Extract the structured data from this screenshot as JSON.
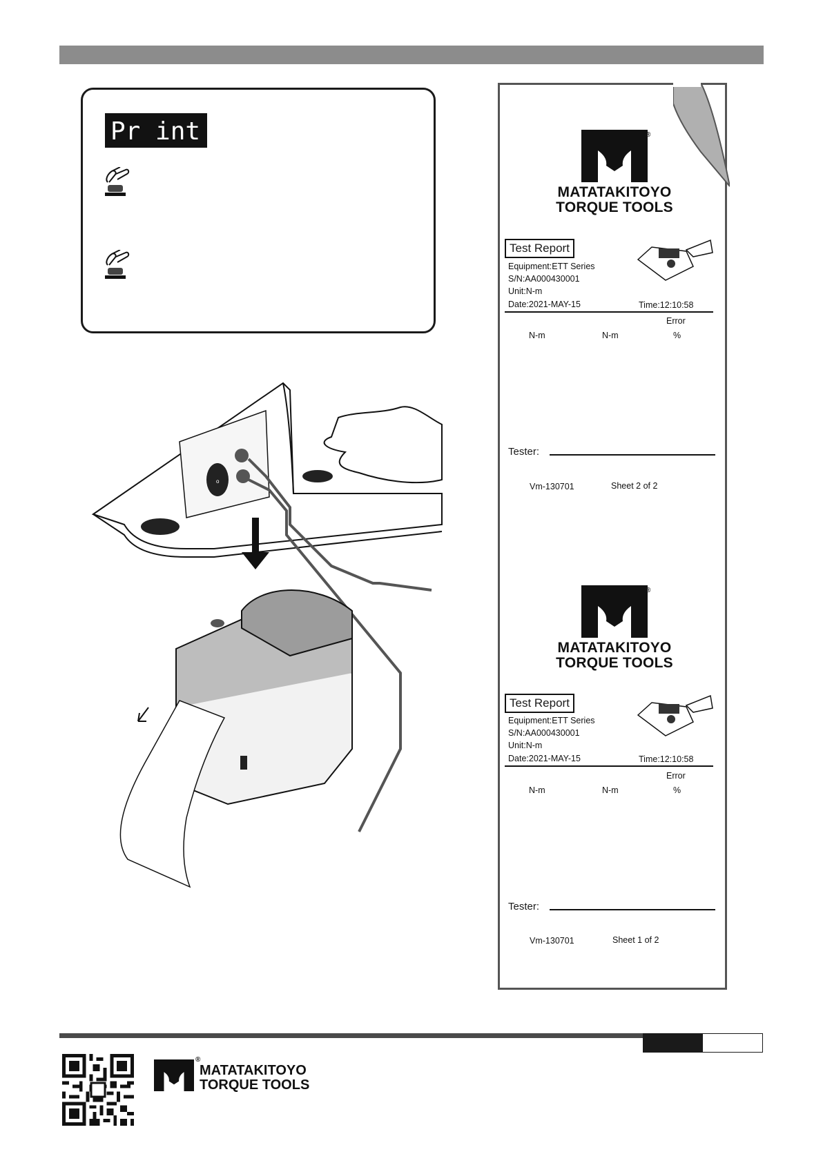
{
  "lcd": {
    "text": "Pr int"
  },
  "receipts": [
    {
      "brand_line1": "MATATAKITOYO",
      "brand_line2": "TORQUE TOOLS",
      "title": "Test Report",
      "equipment": "Equipment:ETT Series",
      "serial": "S/N:AA000430001",
      "unit": "Unit:N-m",
      "date": "Date:2021-MAY-15",
      "time": "Time:12:10:58",
      "error_label": "Error",
      "col1_unit": "N-m",
      "col2_unit": "N-m",
      "col3_unit": "%",
      "tester_label": "Tester:",
      "version": "Vm-130701",
      "sheet": "Sheet 2 of 2"
    },
    {
      "brand_line1": "MATATAKITOYO",
      "brand_line2": "TORQUE TOOLS",
      "title": "Test Report",
      "equipment": "Equipment:ETT Series",
      "serial": "S/N:AA000430001",
      "unit": "Unit:N-m",
      "date": "Date:2021-MAY-15",
      "time": "Time:12:10:58",
      "error_label": "Error",
      "col1_unit": "N-m",
      "col2_unit": "N-m",
      "col3_unit": "%",
      "tester_label": "Tester:",
      "version": "Vm-130701",
      "sheet": "Sheet 1 of 2"
    }
  ],
  "registered_mark": "®",
  "footer": {
    "brand_line1": "MATATAKITOYO",
    "brand_line2": "TORQUE TOOLS"
  }
}
